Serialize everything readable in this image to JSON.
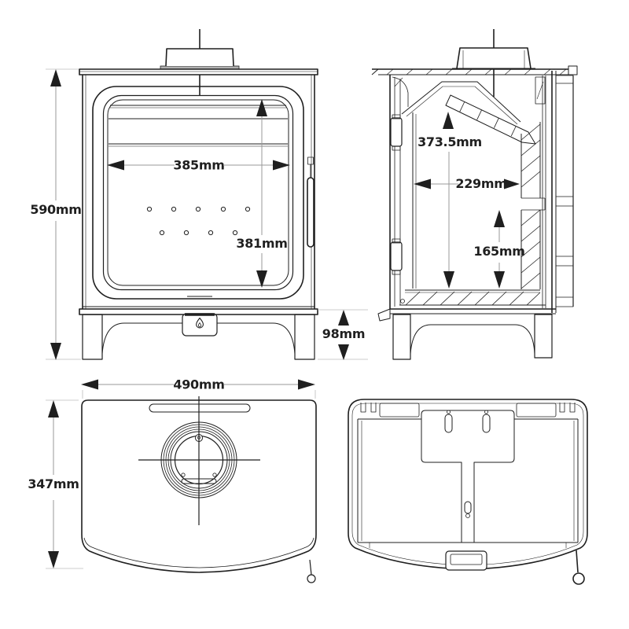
{
  "colors": {
    "background": "#ffffff",
    "line": "#1f1f1f",
    "dim_line": "#9a9a9a",
    "text": "#1f1f1f",
    "collar_fill": "#b0b0b0"
  },
  "front": {
    "overall_height": "590mm",
    "glass_width": "385mm",
    "glass_height": "381mm",
    "leg_height": "98mm"
  },
  "side": {
    "internal_height": "373.5mm",
    "internal_depth": "229mm",
    "rear_internal_height": "165mm"
  },
  "top": {
    "overall_width": "490mm",
    "overall_depth": "347mm"
  }
}
